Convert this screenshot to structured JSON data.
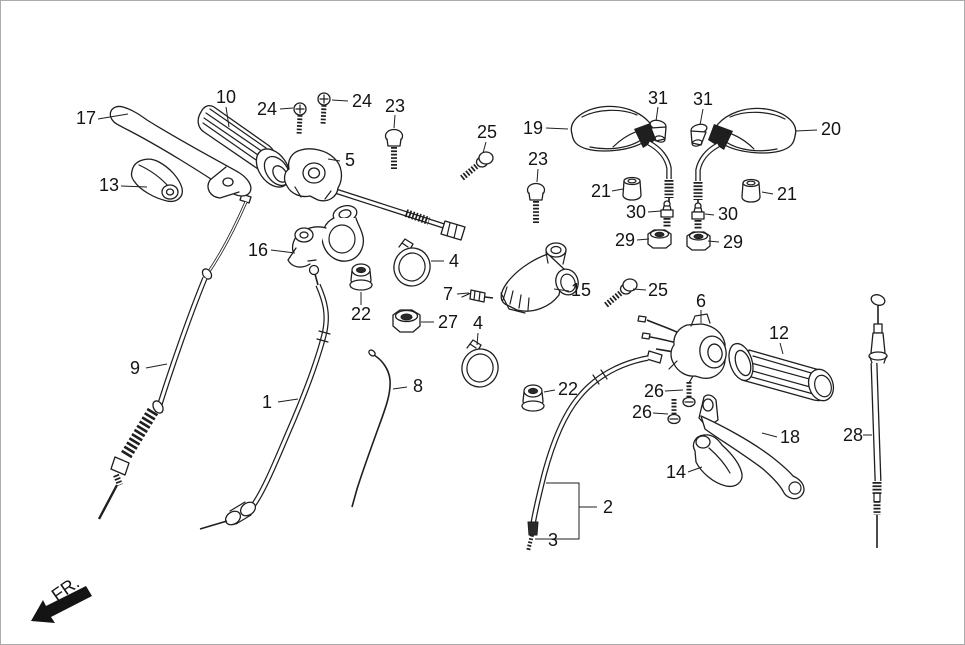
{
  "page": {
    "background": "#ffffff",
    "ink_color": "#1f1f1f",
    "border_color": "#ababab"
  },
  "direction_indicator": {
    "label": "FR."
  },
  "callouts": {
    "label_17": "17",
    "label_13": "13",
    "label_10": "10",
    "label_24_a": "24",
    "label_24_b": "24",
    "label_23_a": "23",
    "label_25_a": "25",
    "label_5": "5",
    "label_16": "16",
    "label_19": "19",
    "label_31_a": "31",
    "label_31_b": "31",
    "label_20": "20",
    "label_21_a": "21",
    "label_21_b": "21",
    "label_30_a": "30",
    "label_30_b": "30",
    "label_29_a": "29",
    "label_29_b": "29",
    "label_23_b": "23",
    "label_4_a": "4",
    "label_7": "7",
    "label_15": "15",
    "label_25_b": "25",
    "label_22_a": "22",
    "label_27": "27",
    "label_4_b": "4",
    "label_9": "9",
    "label_1": "1",
    "label_8": "8",
    "label_22_b": "22",
    "label_6": "6",
    "label_12": "12",
    "label_26_a": "26",
    "label_26_b": "26",
    "label_18": "18",
    "label_14": "14",
    "label_28": "28",
    "label_2": "2",
    "label_3": "3"
  }
}
